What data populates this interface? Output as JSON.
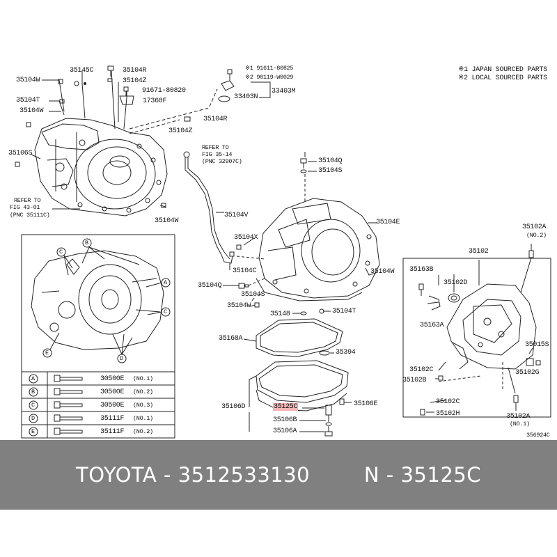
{
  "notes": {
    "japan": "※1 JAPAN SOURCED PARTS",
    "local": "※2 LOCAL SOURCED PARTS"
  },
  "labels": {
    "l35104W_a": "35104W",
    "l35145C": "35145C",
    "l35104R_a": "35104R",
    "l35104Z_a": "35104Z",
    "l91671": "91671-80820",
    "l17368F": "17368F",
    "l35104T_a": "35104T",
    "l35104W_b": "35104W",
    "l35106S": "35106S",
    "l91611": "※1 91611-80825",
    "l90119": "※2 90119-W0029",
    "l33403N": "33403N",
    "l33403M": "33403M",
    "l35104R_b": "35104R",
    "l35104Z_b": "35104Z",
    "l_refer_fig35_1": "REFER TO",
    "l_refer_fig35_2": "FIG 35-14",
    "l_refer_fig35_3": "(PNC 32907C)",
    "l_refer_fig43_1": "REFER TO",
    "l_refer_fig43_2": "FIG 43-01",
    "l_refer_fig43_3": "(PNC 35111C)",
    "l35104W_c": "35104W",
    "l35104Q_a": "35104Q",
    "l35104S_a": "35104S",
    "l35104V": "35104V",
    "l35104E": "35104E",
    "l35104X": "35104X",
    "l35104C": "35104C",
    "l35104W_d": "35104W",
    "l35104Q_b": "35104Q",
    "l35104S_b": "35104S",
    "l35104W_e": "35104W",
    "l35148": "35148",
    "l35104T_b": "35104T",
    "l35168A": "35168A",
    "l35394": "35394",
    "l35106D": "35106D",
    "l35125C": "35125C",
    "l35106E": "35106E",
    "l35106B": "35106B",
    "l35106A": "35106A",
    "l35102A_a": "35102A",
    "l_no2": "(NO.2)",
    "l35102": "35102",
    "l35163B": "35163B",
    "l35102D": "35102D",
    "l35163A": "35163A",
    "l35015S": "35015S",
    "l35102C_a": "35102C",
    "l35102G": "35102G",
    "l35102B": "35102B",
    "l35102C_b": "35102C",
    "l35102H": "35102H",
    "l35102A_b": "35102A",
    "l_no1": "(NO.1)",
    "ref_code": "356924C",
    "callout_A": "A",
    "callout_B": "B",
    "callout_C": "C",
    "callout_C2": "C",
    "callout_D": "D",
    "callout_E": "E"
  },
  "legend": [
    {
      "key": "A",
      "part": "30500E",
      "no": "(NO.1)"
    },
    {
      "key": "B",
      "part": "30500E",
      "no": "(NO.2)"
    },
    {
      "key": "C",
      "part": "30500E",
      "no": "(NO.3)"
    },
    {
      "key": "D",
      "part": "35111F",
      "no": "(NO.1)"
    },
    {
      "key": "E",
      "part": "35111F",
      "no": "(NO.2)"
    }
  ],
  "footer": {
    "text": "TOYOTA - 3512533130        N - 35125C"
  }
}
